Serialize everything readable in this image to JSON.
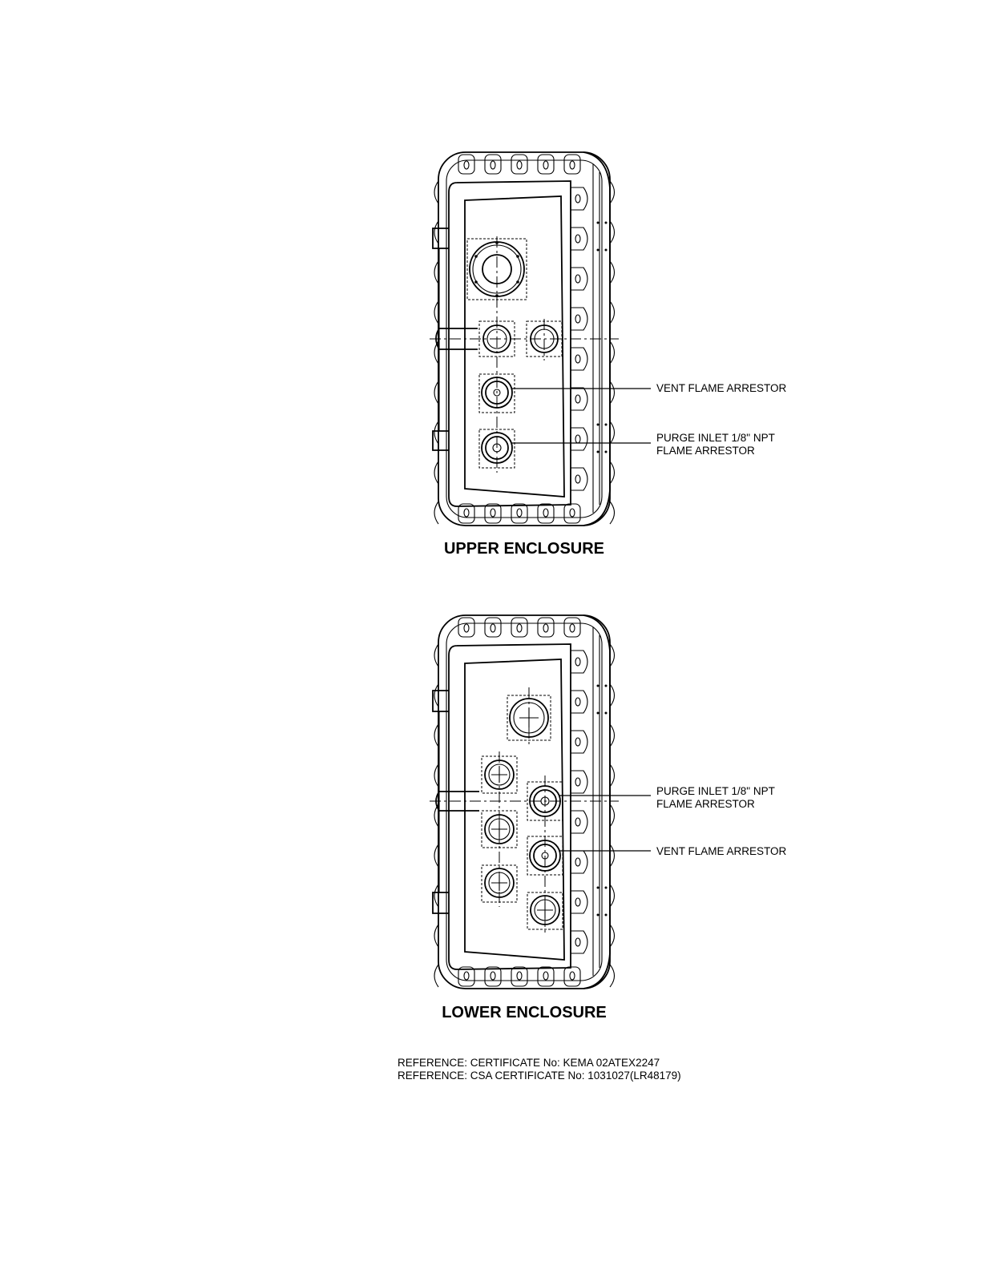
{
  "upper": {
    "title": "UPPER ENCLOSURE",
    "callout_vent": "VENT FLAME ARRESTOR",
    "callout_purge_line1": "PURGE INLET 1/8\" NPT",
    "callout_purge_line2": "FLAME ARRESTOR"
  },
  "lower": {
    "title": "LOWER ENCLOSURE",
    "callout_purge_line1": "PURGE INLET 1/8\" NPT",
    "callout_purge_line2": "FLAME ARRESTOR",
    "callout_vent": "VENT FLAME ARRESTOR"
  },
  "references": [
    "REFERENCE: CERTIFICATE No: KEMA 02ATEX2247",
    "REFERENCE: CSA CERTIFICATE No: 1031027(LR48179)"
  ]
}
